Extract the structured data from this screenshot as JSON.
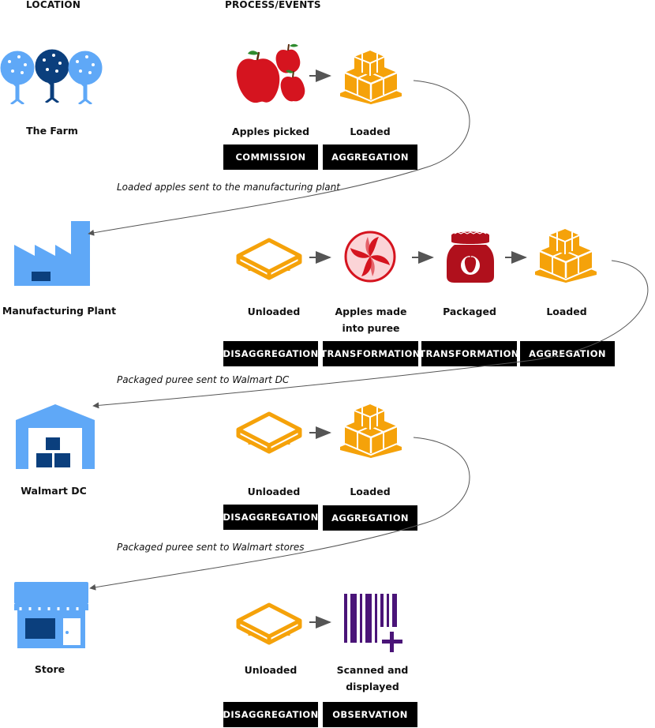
{
  "headers": {
    "location": "LOCATION",
    "process": "PROCESS/EVENTS"
  },
  "colors": {
    "orange": "#f5a20a",
    "light_blue": "#5fa8f7",
    "dark_blue": "#0b3f7d",
    "apple_red": "#d5141f",
    "jar_red": "#b0101c",
    "purple": "#4a1478",
    "tag_bg": "#000000"
  },
  "locations": [
    {
      "label": "The Farm",
      "icon": "apple-trees-icon"
    },
    {
      "label": "Manufacturing Plant",
      "icon": "factory-icon"
    },
    {
      "label": "Walmart DC",
      "icon": "warehouse-icon"
    },
    {
      "label": "Store",
      "icon": "store-icon"
    }
  ],
  "rows": [
    {
      "steps": [
        {
          "label": "Apples picked",
          "icon": "apples-icon",
          "event": "COMMISSION"
        },
        {
          "label": "Loaded",
          "icon": "loaded-pallet-icon",
          "event": "AGGREGATION"
        }
      ]
    },
    {
      "steps": [
        {
          "label": "Unloaded",
          "icon": "empty-pallet-icon",
          "event": "DISAGGREGATION"
        },
        {
          "label": "Apples made into puree",
          "icon": "puree-icon",
          "event": "TRANSFORMATION"
        },
        {
          "label": "Packaged",
          "icon": "jar-icon",
          "event": "TRANSFORMATION"
        },
        {
          "label": "Loaded",
          "icon": "loaded-pallet-icon",
          "event": "AGGREGATION"
        }
      ]
    },
    {
      "steps": [
        {
          "label": "Unloaded",
          "icon": "empty-pallet-icon",
          "event": "DISAGGREGATION"
        },
        {
          "label": "Loaded",
          "icon": "loaded-pallet-icon",
          "event": "AGGREGATION"
        }
      ]
    },
    {
      "steps": [
        {
          "label": "Unloaded",
          "icon": "empty-pallet-icon",
          "event": "DISAGGREGATION"
        },
        {
          "label": "Scanned and displayed",
          "icon": "barcode-scan-icon",
          "event": "OBSERVATION"
        }
      ]
    }
  ],
  "routes": [
    "Loaded apples sent to the manufacturing plant",
    "Packaged puree sent to Walmart DC",
    "Packaged puree sent to Walmart stores"
  ]
}
